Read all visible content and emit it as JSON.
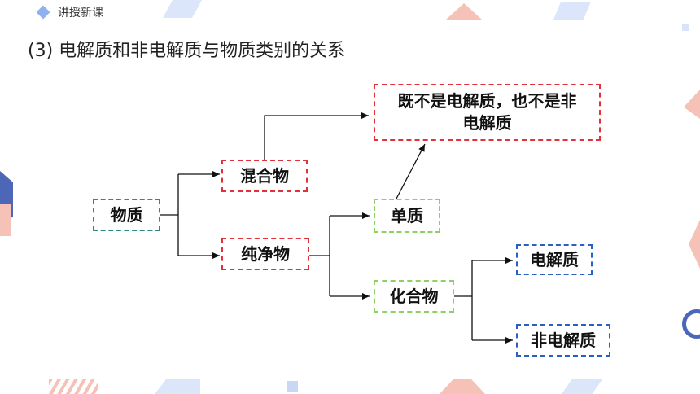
{
  "header": {
    "section_label": "讲授新课"
  },
  "title": "(3)  电解质和非电解质与物质类别的关系",
  "nodes": {
    "substance": "物质",
    "mixture": "混合物",
    "pure": "纯净物",
    "element": "单质",
    "compound": "化合物",
    "electrolyte": "电解质",
    "non_electrolyte": "非电解质",
    "neither": "既不是电解质，也不是非电解质"
  },
  "colors": {
    "teal": "#2a8a86",
    "red": "#e0323a",
    "green": "#8fd160",
    "blue": "#2a5fc4"
  }
}
